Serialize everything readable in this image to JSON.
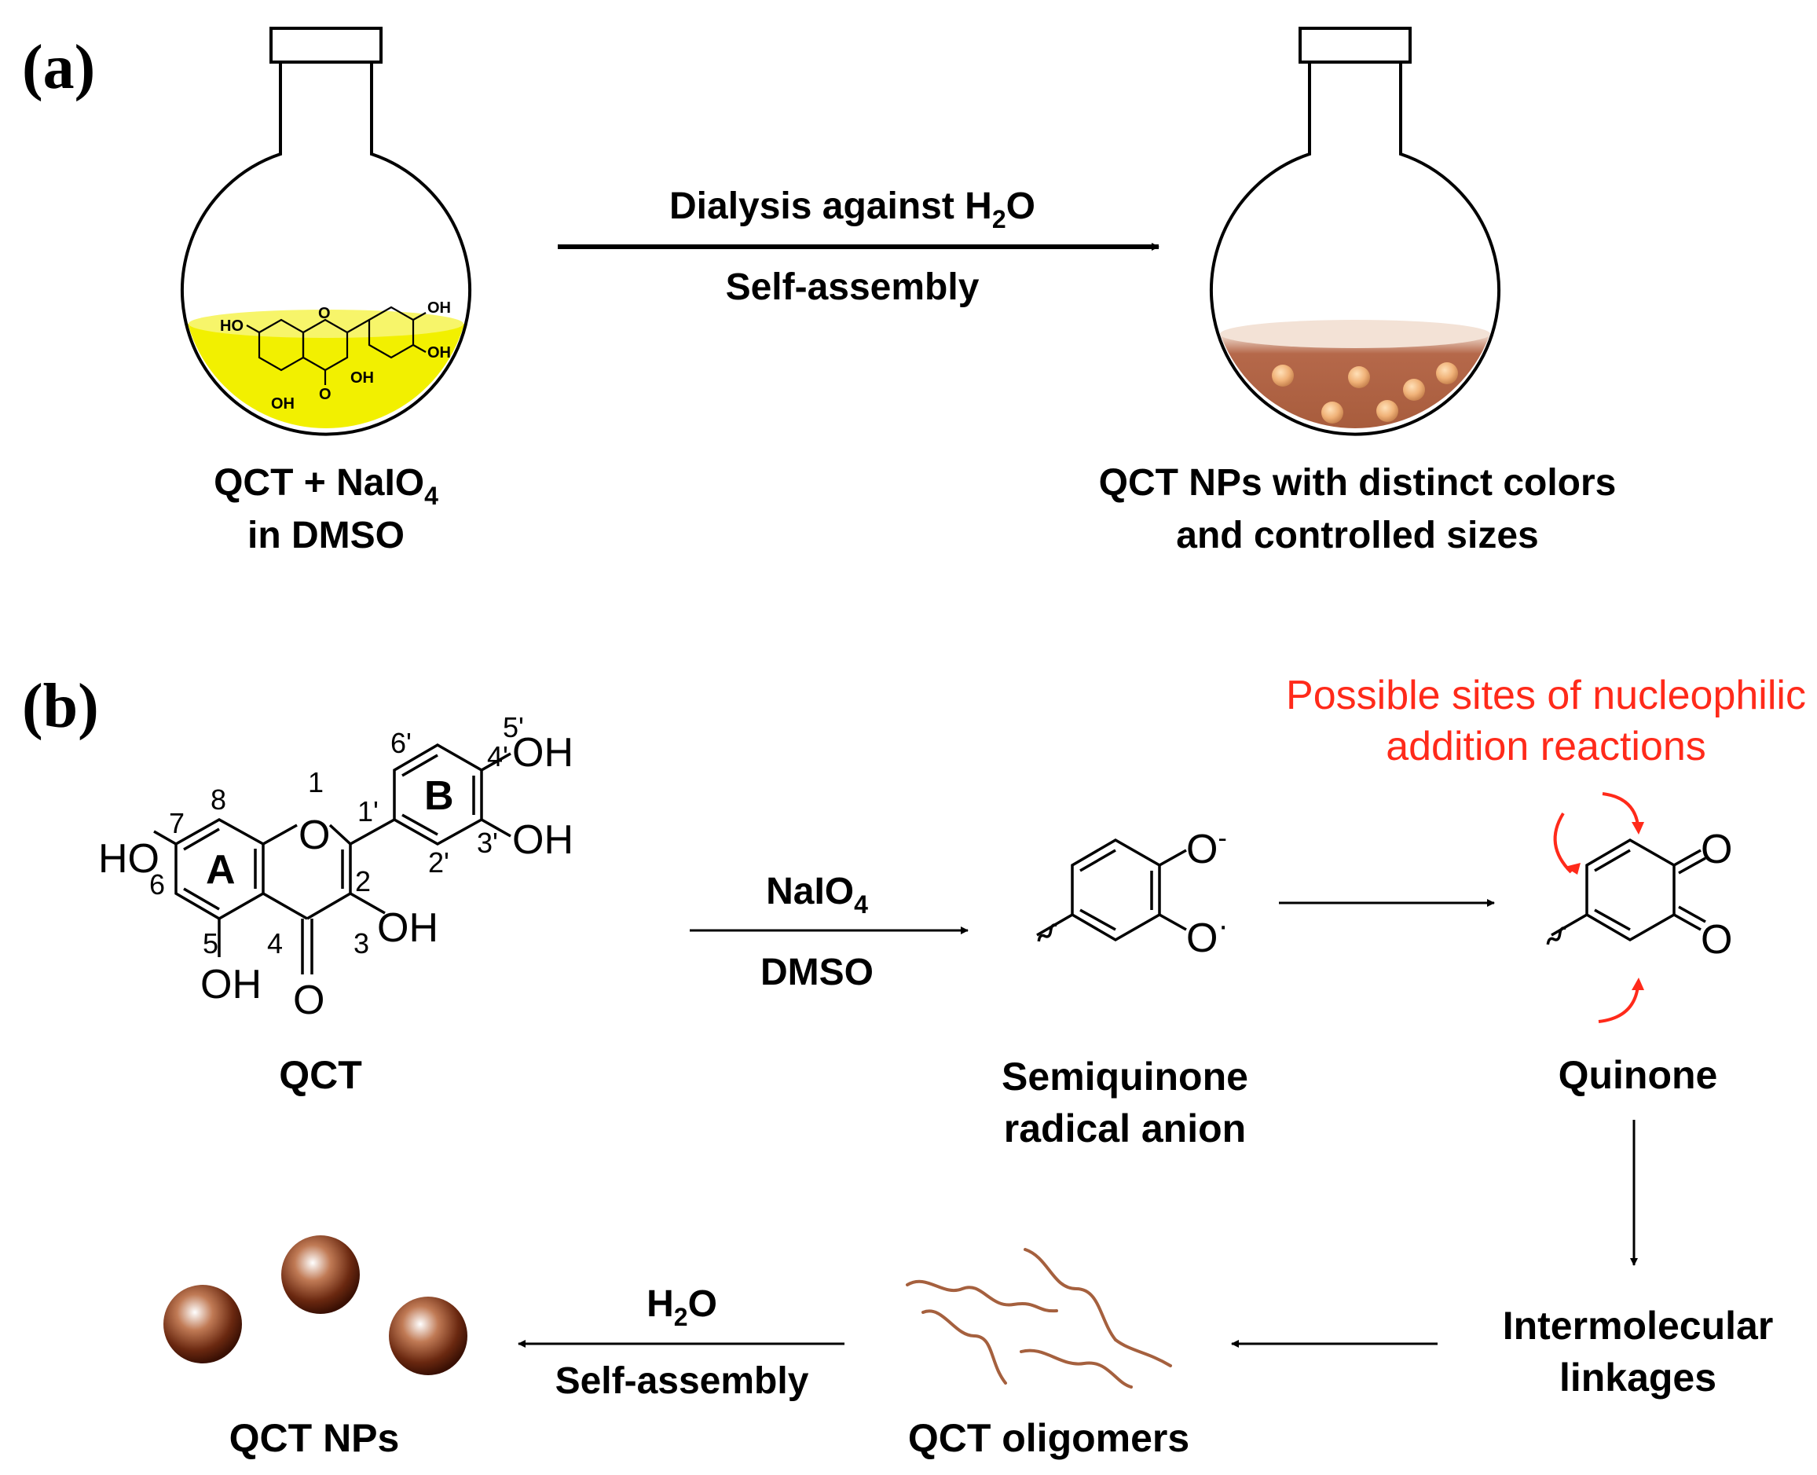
{
  "panel_a": {
    "label": "(a)",
    "arrow_top_prefix": "Dialysis against H",
    "arrow_top_sub": "2",
    "arrow_top_suffix": "O",
    "arrow_bottom": "Self-assembly",
    "left_caption_line1_prefix": "QCT + NaIO",
    "left_caption_line1_sub": "4",
    "left_caption_line2": "in DMSO",
    "right_caption_line1": "QCT NPs with distinct colors",
    "right_caption_line2": "and controlled sizes",
    "molecule_labels": {
      "oh_a": "HO",
      "oh_b": "OH",
      "oh_c": "OH",
      "oh_d": "OH",
      "oh_e": "OH",
      "o_ring": "O",
      "o_keto": "O"
    },
    "colors": {
      "solution": "#f2f000",
      "particles_solution": "#a55a3a",
      "particle": "#f0b278"
    }
  },
  "panel_b": {
    "label": "(b)",
    "qct": {
      "name": "QCT",
      "atoms": {
        "ho7": "HO",
        "oh5": "OH",
        "oh3": "OH",
        "oh4p": "OH",
        "oh3p": "OH",
        "o1": "O",
        "o4": "O"
      },
      "ring_a": "A",
      "ring_b": "B",
      "numbers": {
        "n1": "1",
        "n2": "2",
        "n3": "3",
        "n4": "4",
        "n5": "5",
        "n6": "6",
        "n7": "7",
        "n8": "8",
        "n1p": "1'",
        "n2p": "2'",
        "n3p": "3'",
        "n4p": "4'",
        "n5p": "5'",
        "n6p": "6'"
      }
    },
    "arrow1_top_prefix": "NaIO",
    "arrow1_top_sub": "4",
    "arrow1_bottom": "DMSO",
    "semiquinone": {
      "o_top": "O",
      "o_top_sup": "-",
      "o_bottom": "O",
      "o_bottom_sup": "·",
      "name_line1": "Semiquinone",
      "name_line2": "radical anion"
    },
    "quinone": {
      "o_top": "O",
      "o_bottom": "O",
      "name": "Quinone"
    },
    "annotation_line1": "Possible sites of nucleophilic",
    "annotation_line2": "addition reactions",
    "intermolecular_line1": "Intermolecular",
    "intermolecular_line2": "linkages",
    "oligomers": "QCT oligomers",
    "arrow_h2o_prefix": "H",
    "arrow_h2o_sub": "2",
    "arrow_h2o_suffix": "O",
    "arrow_h2o_bottom": "Self-assembly",
    "nps": "QCT NPs",
    "colors": {
      "annotation": "#ff2a1a",
      "oligomer": "#a5603e",
      "np_dark": "#4a1a08",
      "np_light": "#ffffff"
    }
  }
}
